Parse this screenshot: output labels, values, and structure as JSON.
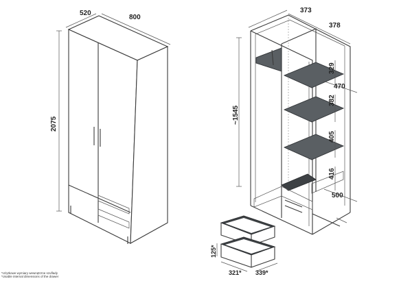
{
  "dimensions": {
    "closed_depth": "520",
    "closed_width": "800",
    "closed_height": "2075",
    "open_left_width": "373",
    "open_right_width": "378",
    "open_height": "~1545",
    "shelf_gap_1": "329",
    "shelf_depth": "470",
    "shelf_gap_2": "382",
    "shelf_gap_3": "405",
    "shelf_gap_4": "416",
    "bottom_depth": "500",
    "drawer_height": "125*",
    "drawer_width": "321*",
    "drawer_depth": "339*"
  },
  "footnote": {
    "line1": "*Użytkowe wymiary wewnętrzne szuflady",
    "line2": "*Usable internal dimensions of the drawer"
  },
  "colors": {
    "line": "#3a3a3a",
    "shelf": "#5a5f63",
    "shelf_dark": "#3d4144"
  }
}
